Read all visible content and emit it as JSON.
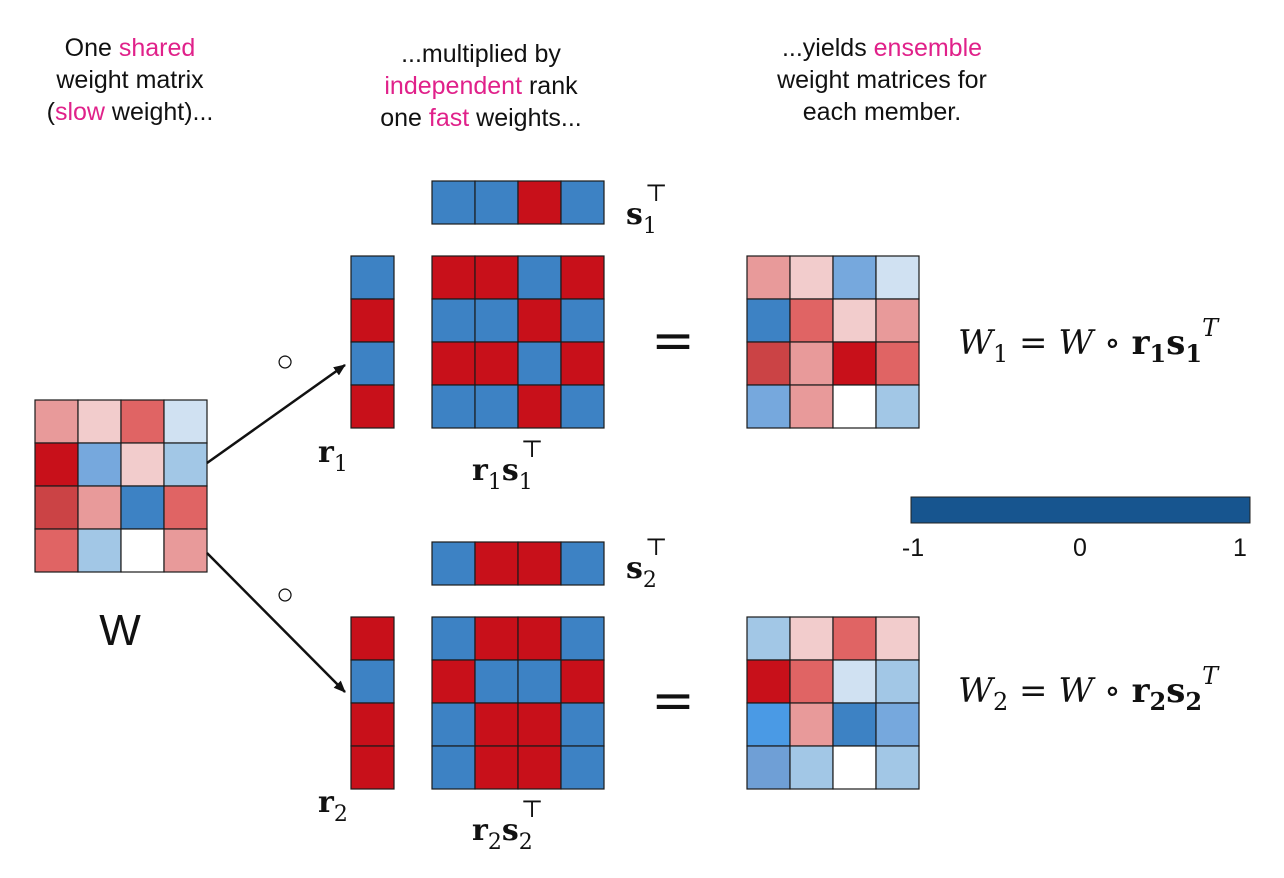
{
  "palette": {
    "red": "#c8101a",
    "blue": "#3d82c4",
    "cell_colors": {
      "p": "#e89a9a",
      "lp": "#f2cccc",
      "mr": "#e06464",
      "dr": "#cb4345",
      "r": "#c8101a",
      "lb": "#d0e1f2",
      "b": "#3d82c4",
      "mb": "#76a8dd",
      "sb": "#a2c7e6",
      "vb": "#4a9ae5",
      "cb": "#6f9fd6",
      "w": "#ffffff"
    },
    "colorbar": "#17558f",
    "highlight": "#e0218a"
  },
  "captions": {
    "col1": [
      [
        {
          "t": "One "
        },
        {
          "t": "shared",
          "h": true
        }
      ],
      [
        {
          "t": "weight matrix"
        }
      ],
      [
        {
          "t": "("
        },
        {
          "t": "slow",
          "h": true
        },
        {
          "t": " weight)..."
        }
      ]
    ],
    "col2": [
      [
        {
          "t": "...multiplied by"
        }
      ],
      [
        {
          "t": "independent",
          "h": true
        },
        {
          "t": " rank"
        }
      ],
      [
        {
          "t": "one "
        },
        {
          "t": "fast",
          "h": true
        },
        {
          "t": " weights..."
        }
      ]
    ],
    "col3": [
      [
        {
          "t": "...yields "
        },
        {
          "t": "ensemble",
          "h": true
        }
      ],
      [
        {
          "t": "weight matrices for"
        }
      ],
      [
        {
          "t": "each member."
        }
      ]
    ]
  },
  "matrices": {
    "W": [
      [
        "p",
        "lp",
        "mr",
        "lb"
      ],
      [
        "r",
        "mb",
        "lp",
        "sb"
      ],
      [
        "dr",
        "p",
        "b",
        "mr"
      ],
      [
        "mr",
        "sb",
        "w",
        "p"
      ]
    ],
    "s1": [
      "b",
      "b",
      "r",
      "b"
    ],
    "r1": [
      "b",
      "r",
      "b",
      "r"
    ],
    "r1s1": [
      [
        "r",
        "r",
        "b",
        "r"
      ],
      [
        "b",
        "b",
        "r",
        "b"
      ],
      [
        "r",
        "r",
        "b",
        "r"
      ],
      [
        "b",
        "b",
        "r",
        "b"
      ]
    ],
    "W1": [
      [
        "p",
        "lp",
        "mb",
        "lb"
      ],
      [
        "b",
        "mr",
        "lp",
        "p"
      ],
      [
        "dr",
        "p",
        "r",
        "mr"
      ],
      [
        "mb",
        "p",
        "w",
        "sb"
      ]
    ],
    "s2": [
      "b",
      "r",
      "r",
      "b"
    ],
    "r2": [
      "r",
      "b",
      "r",
      "r"
    ],
    "r2s2": [
      [
        "b",
        "r",
        "r",
        "b"
      ],
      [
        "r",
        "b",
        "b",
        "r"
      ],
      [
        "b",
        "r",
        "r",
        "b"
      ],
      [
        "b",
        "r",
        "r",
        "b"
      ]
    ],
    "W2": [
      [
        "sb",
        "lp",
        "mr",
        "lp"
      ],
      [
        "r",
        "mr",
        "lb",
        "sb"
      ],
      [
        "vb",
        "p",
        "b",
        "mb"
      ],
      [
        "cb",
        "sb",
        "w",
        "sb"
      ]
    ]
  },
  "labels": {
    "W_label": "W",
    "s1_sym": "s",
    "s1_sub": "1",
    "s1_sup": "⊤",
    "r1_sym": "r",
    "r1_sub": "1",
    "r1s1_r": "r",
    "r1s1_rsub": "1",
    "r1s1_s": "s",
    "r1s1_ssub": "1",
    "r1s1_sup": "⊤",
    "s2_sym": "s",
    "s2_sub": "2",
    "s2_sup": "⊤",
    "r2_sym": "r",
    "r2_sub": "2",
    "r2s2_r": "r",
    "r2s2_rsub": "2",
    "r2s2_s": "s",
    "r2s2_ssub": "2",
    "r2s2_sup": "⊤",
    "hadamard": "○",
    "equals": "=",
    "eq1": {
      "lhs": "W",
      "lhs_sub": "1",
      "eq": " = ",
      "W": "W",
      "circ": " ∘ ",
      "r": "r",
      "r_sub": "1",
      "s": "s",
      "s_sub": "1",
      "sup": "T"
    },
    "eq2": {
      "lhs": "W",
      "lhs_sub": "2",
      "eq": " = ",
      "W": "W",
      "circ": " ∘ ",
      "r": "r",
      "r_sub": "2",
      "s": "s",
      "s_sub": "2",
      "sup": "T"
    }
  },
  "colorbar": {
    "min_label": "-1",
    "mid_label": "0",
    "max_label": "1"
  }
}
